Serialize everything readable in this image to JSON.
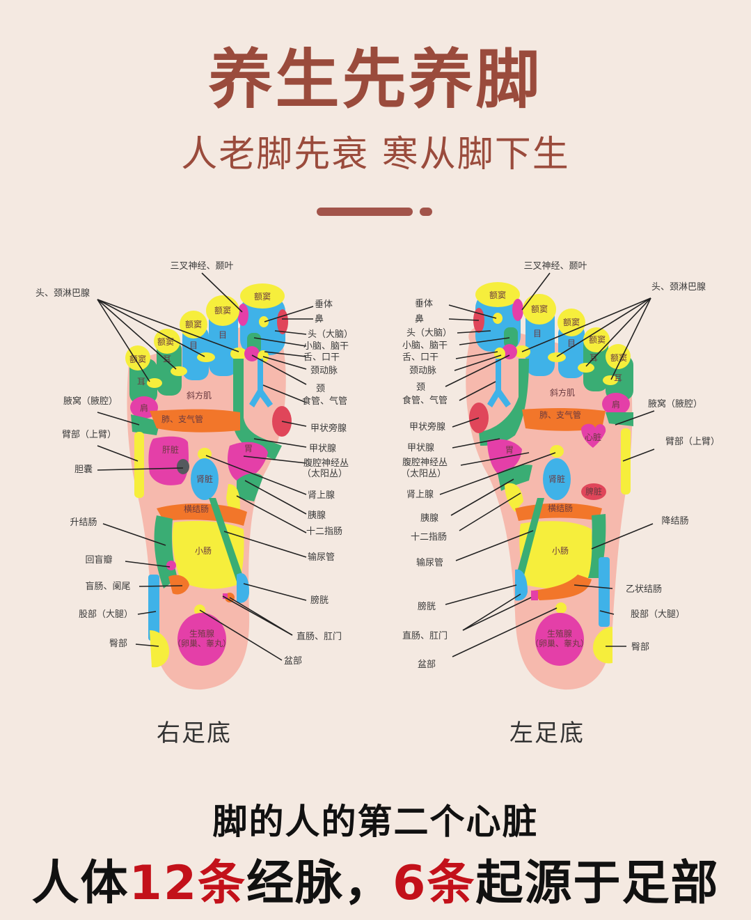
{
  "header": {
    "title": "养生先养脚",
    "subtitle": "人老脚先衰  寒从脚下生"
  },
  "colors": {
    "background": "#f4e9e1",
    "title": "#9a4b3c",
    "divider": "#a2544a",
    "accent_red": "#c3111a",
    "zone_yellow": "#f6ee3c",
    "zone_blue": "#3fb2e8",
    "zone_green": "#3aad74",
    "zone_magenta": "#e43fa8",
    "zone_orange": "#f2762a",
    "zone_red": "#e0465a",
    "zone_skin": "#f6b9ad",
    "zone_gray": "#555a5e"
  },
  "right_foot": {
    "caption": "右足底",
    "labels": {
      "trigeminal": "三叉神经、颞叶",
      "lymph": "头、颈淋巴腺",
      "pituitary": "垂体",
      "nose": "鼻",
      "brain": "头（大脑）",
      "cerebellum": "小脑、脑干",
      "tongue": "舌、口干",
      "carotid": "颈动脉",
      "neck": "颈",
      "esophagus": "食管、气管",
      "parathyroid": "甲状旁腺",
      "armpit": "腋窝（腋腔）",
      "upper_arm": "臂部（上臂）",
      "gallbladder": "胆囊",
      "thyroid": "甲状腺",
      "solar_plexus_1": "腹腔神经丛",
      "solar_plexus_2": "（太阳丛）",
      "adrenal": "肾上腺",
      "pancreas": "胰腺",
      "duodenum": "十二指肠",
      "ascending_colon": "升结肠",
      "ureter": "输尿管",
      "ileocecal": "回盲瓣",
      "appendix": "盲肠、阑尾",
      "bladder": "膀胱",
      "thigh": "股部（大腿）",
      "rectum": "直肠、肛门",
      "hip": "臀部",
      "pelvis": "盆部"
    },
    "zones": {
      "sinus": "额窦",
      "eye": "目",
      "ear": "耳",
      "trapezius": "斜方肌",
      "shoulder": "肩",
      "lung": "肺、支气管",
      "liver": "肝脏",
      "kidney": "肾脏",
      "stomach": "胃",
      "transverse_colon": "横结肠",
      "small_intestine": "小肠",
      "gonad_1": "生殖腺",
      "gonad_2": "（卵巢、睾丸）"
    }
  },
  "left_foot": {
    "caption": "左足底",
    "labels": {
      "trigeminal": "三叉神经、颞叶",
      "lymph": "头、颈淋巴腺",
      "pituitary": "垂体",
      "nose": "鼻",
      "brain": "头（大脑）",
      "cerebellum": "小脑、脑干",
      "tongue": "舌、口干",
      "carotid": "颈动脉",
      "neck": "颈",
      "esophagus": "食管、气管",
      "parathyroid": "甲状旁腺",
      "armpit": "腋窝（腋腔）",
      "upper_arm": "臂部（上臂）",
      "thyroid": "甲状腺",
      "solar_plexus_1": "腹腔神经丛",
      "solar_plexus_2": "（太阳丛）",
      "adrenal": "肾上腺",
      "pancreas": "胰腺",
      "duodenum": "十二指肠",
      "descending_colon": "降结肠",
      "ureter": "输尿管",
      "sigmoid_colon": "乙状结肠",
      "bladder": "膀胱",
      "thigh": "股部（大腿）",
      "rectum": "直肠、肛门",
      "hip": "臀部",
      "pelvis": "盆部"
    },
    "zones": {
      "sinus": "额窦",
      "eye": "目",
      "ear": "耳",
      "trapezius": "斜方肌",
      "shoulder": "肩",
      "lung": "肺、支气管",
      "heart": "心脏",
      "kidney": "肾脏",
      "stomach": "胃",
      "spleen": "脾脏",
      "transverse_colon": "横结肠",
      "small_intestine": "小肠",
      "gonad_1": "生殖腺",
      "gonad_2": "（卵巢、睾丸）"
    }
  },
  "footer": {
    "tagline": "脚的人的第二个心脏",
    "headline_parts": {
      "p1": "人体",
      "p2": "12条",
      "p3": "经脉，",
      "p4": "6条",
      "p5": "起源于足部"
    }
  }
}
